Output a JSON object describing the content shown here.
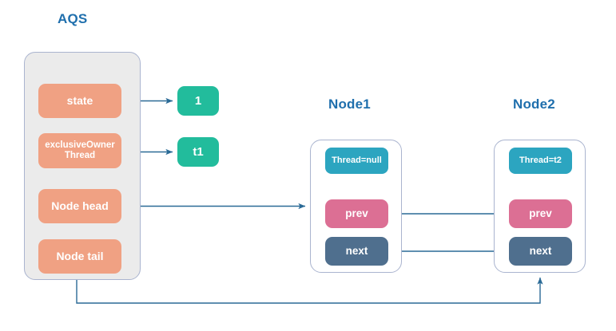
{
  "diagram": {
    "title_aqs": "AQS",
    "title_node1": "Node1",
    "title_node2": "Node2",
    "colors": {
      "title_blue": "#1F6FAD",
      "salmon": "#F0A183",
      "teal": "#22BC9C",
      "cyan": "#2CA5C0",
      "pink": "#DC6F94",
      "slate": "#4F6F8E",
      "container_border": "#AAB4CF",
      "aqs_fill": "#EBEBEB",
      "arrow": "#2A6A96",
      "background": "#FFFFFF"
    }
  },
  "aqs": {
    "fields": [
      {
        "label": "state",
        "color": "salmon"
      },
      {
        "label": "exclusiveOwner\nThread",
        "line1": "exclusiveOwner",
        "line2": "Thread",
        "color": "salmon"
      },
      {
        "label": "Node head",
        "color": "salmon"
      },
      {
        "label": "Node tail",
        "color": "salmon"
      }
    ]
  },
  "values": {
    "state_value": "1",
    "exclusive_owner_thread_value": "t1"
  },
  "node1": {
    "thread": "Thread=null",
    "prev": "prev",
    "next": "next"
  },
  "node2": {
    "thread": "Thread=t2",
    "prev": "prev",
    "next": "next"
  },
  "edges": [
    {
      "name": "state-to-value",
      "from": "aqs.state",
      "to": "values.state_value"
    },
    {
      "name": "eot-to-value",
      "from": "aqs.exclusiveOwnerThread",
      "to": "values.exclusive_owner_thread_value"
    },
    {
      "name": "head-to-node1",
      "from": "aqs.head",
      "to": "node1"
    },
    {
      "name": "tail-to-node2",
      "from": "aqs.tail",
      "to": "node2"
    },
    {
      "name": "node2prev-to-node1",
      "from": "node2.prev",
      "to": "node1.prev"
    },
    {
      "name": "node1next-to-node2",
      "from": "node1.next",
      "to": "node2.next"
    }
  ]
}
